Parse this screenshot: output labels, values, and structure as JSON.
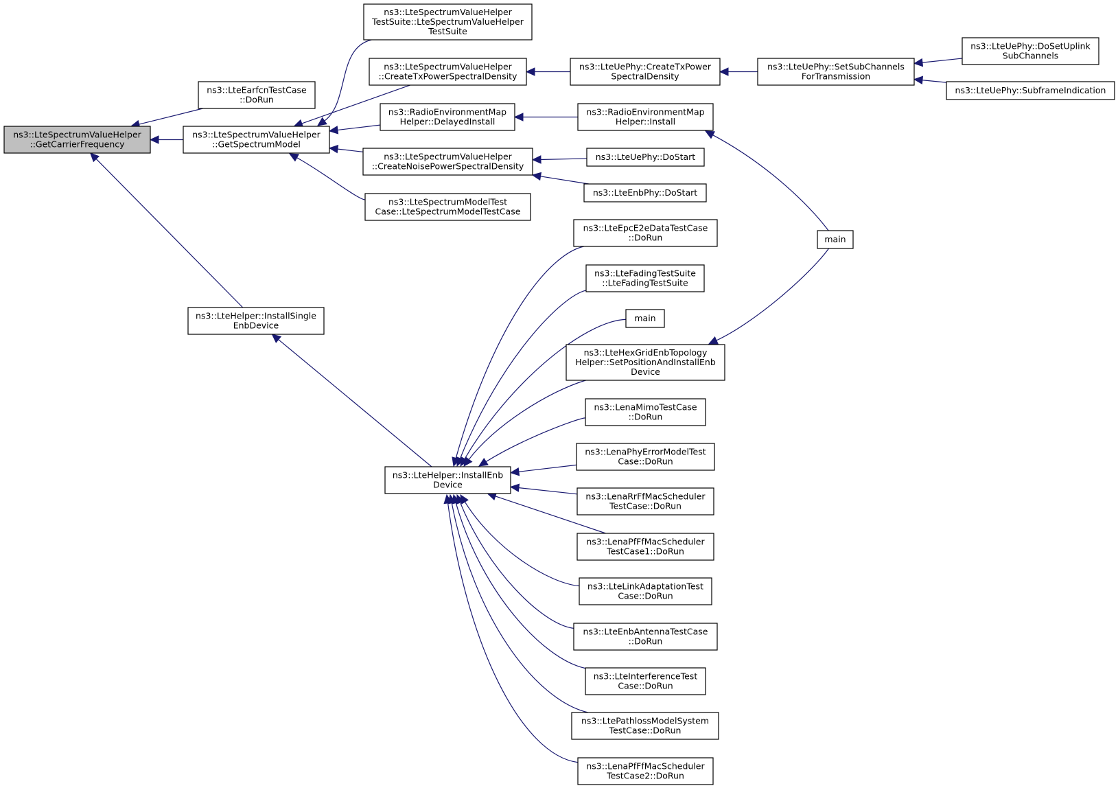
{
  "graph": {
    "type": "call-graph",
    "nodes": [
      {
        "id": "gcf",
        "lines": [
          "ns3::LteSpectrumValueHelper",
          "::GetCarrierFrequency"
        ],
        "highlight": true
      },
      {
        "id": "earfcn",
        "lines": [
          "ns3::LteEarfcnTestCase",
          "::DoRun"
        ]
      },
      {
        "id": "gsm",
        "lines": [
          "ns3::LteSpectrumValueHelper",
          "::GetSpectrumModel"
        ]
      },
      {
        "id": "ihsed",
        "lines": [
          "ns3::LteHelper::InstallSingle",
          "EnbDevice"
        ]
      },
      {
        "id": "tsuite",
        "lines": [
          "ns3::LteSpectrumValueHelper",
          "TestSuite::LteSpectrumValueHelper",
          "TestSuite"
        ]
      },
      {
        "id": "ctxpsd",
        "lines": [
          "ns3::LteSpectrumValueHelper",
          "::CreateTxPowerSpectralDensity"
        ]
      },
      {
        "id": "remdi",
        "lines": [
          "ns3::RadioEnvironmentMap",
          "Helper::DelayedInstall"
        ]
      },
      {
        "id": "cnpsd",
        "lines": [
          "ns3::LteSpectrumValueHelper",
          "::CreateNoisePowerSpectralDensity"
        ]
      },
      {
        "id": "smtc",
        "lines": [
          "ns3::LteSpectrumModelTest",
          "Case::LteSpectrumModelTestCase"
        ]
      },
      {
        "id": "uectx",
        "lines": [
          "ns3::LteUePhy::CreateTxPower",
          "SpectralDensity"
        ]
      },
      {
        "id": "remi",
        "lines": [
          "ns3::RadioEnvironmentMap",
          "Helper::Install"
        ]
      },
      {
        "id": "uestart",
        "lines": [
          "ns3::LteUePhy::DoStart"
        ]
      },
      {
        "id": "enbstart",
        "lines": [
          "ns3::LteEnbPhy::DoStart"
        ]
      },
      {
        "id": "ssct",
        "lines": [
          "ns3::LteUePhy::SetSubChannels",
          "ForTransmission"
        ]
      },
      {
        "id": "dsus",
        "lines": [
          "ns3::LteUePhy::DoSetUplink",
          "SubChannels"
        ]
      },
      {
        "id": "sfi",
        "lines": [
          "ns3::LteUePhy::SubframeIndication"
        ]
      },
      {
        "id": "main1",
        "lines": [
          "main"
        ]
      },
      {
        "id": "ied",
        "lines": [
          "ns3::LteHelper::InstallEnb",
          "Device"
        ]
      },
      {
        "id": "epc",
        "lines": [
          "ns3::LteEpcE2eDataTestCase",
          "::DoRun"
        ]
      },
      {
        "id": "fading",
        "lines": [
          "ns3::LteFadingTestSuite",
          "::LteFadingTestSuite"
        ]
      },
      {
        "id": "main2",
        "lines": [
          "main"
        ]
      },
      {
        "id": "hexgrid",
        "lines": [
          "ns3::LteHexGridEnbTopology",
          "Helper::SetPositionAndInstallEnb",
          "Device"
        ]
      },
      {
        "id": "mimo",
        "lines": [
          "ns3::LenaMimoTestCase",
          "::DoRun"
        ]
      },
      {
        "id": "phyerr",
        "lines": [
          "ns3::LenaPhyErrorModelTest",
          "Case::DoRun"
        ]
      },
      {
        "id": "rrff",
        "lines": [
          "ns3::LenaRrFfMacScheduler",
          "TestCase::DoRun"
        ]
      },
      {
        "id": "pfff1",
        "lines": [
          "ns3::LenaPfFfMacScheduler",
          "TestCase1::DoRun"
        ]
      },
      {
        "id": "linkad",
        "lines": [
          "ns3::LteLinkAdaptationTest",
          "Case::DoRun"
        ]
      },
      {
        "id": "enbant",
        "lines": [
          "ns3::LteEnbAntennaTestCase",
          "::DoRun"
        ]
      },
      {
        "id": "interf",
        "lines": [
          "ns3::LteInterferenceTest",
          "Case::DoRun"
        ]
      },
      {
        "id": "pathloss",
        "lines": [
          "ns3::LtePathlossModelSystem",
          "TestCase::DoRun"
        ]
      },
      {
        "id": "pfff2",
        "lines": [
          "ns3::LenaPfFfMacScheduler",
          "TestCase2::DoRun"
        ]
      }
    ],
    "edges": [
      [
        "earfcn",
        "gcf"
      ],
      [
        "gsm",
        "gcf"
      ],
      [
        "ihsed",
        "gcf"
      ],
      [
        "tsuite",
        "gsm"
      ],
      [
        "ctxpsd",
        "gsm"
      ],
      [
        "remdi",
        "gsm"
      ],
      [
        "cnpsd",
        "gsm"
      ],
      [
        "smtc",
        "gsm"
      ],
      [
        "uectx",
        "ctxpsd"
      ],
      [
        "ssct",
        "uectx"
      ],
      [
        "dsus",
        "ssct"
      ],
      [
        "sfi",
        "ssct"
      ],
      [
        "remi",
        "remdi"
      ],
      [
        "main1",
        "remi"
      ],
      [
        "uestart",
        "cnpsd"
      ],
      [
        "enbstart",
        "cnpsd"
      ],
      [
        "ied",
        "ihsed"
      ],
      [
        "epc",
        "ied"
      ],
      [
        "fading",
        "ied"
      ],
      [
        "main2",
        "ied"
      ],
      [
        "hexgrid",
        "ied"
      ],
      [
        "mimo",
        "ied"
      ],
      [
        "phyerr",
        "ied"
      ],
      [
        "rrff",
        "ied"
      ],
      [
        "pfff1",
        "ied"
      ],
      [
        "linkad",
        "ied"
      ],
      [
        "enbant",
        "ied"
      ],
      [
        "interf",
        "ied"
      ],
      [
        "pathloss",
        "ied"
      ],
      [
        "pfff2",
        "ied"
      ],
      [
        "main1",
        "hexgrid"
      ]
    ]
  }
}
